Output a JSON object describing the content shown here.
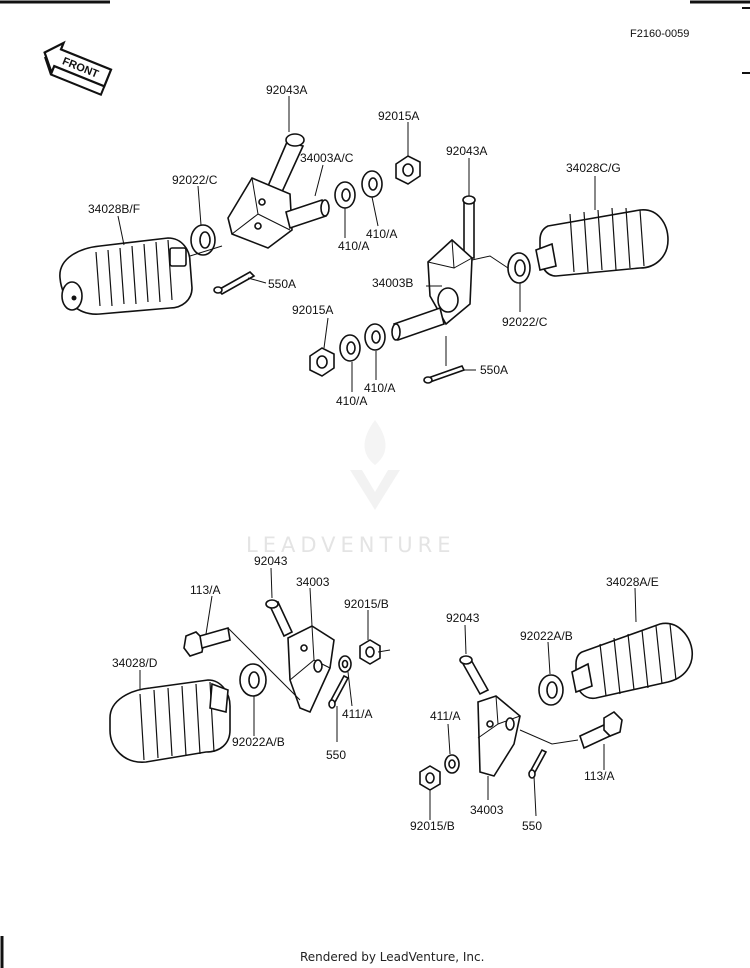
{
  "header": {
    "drawing_code": "F2160-0059",
    "front_arrow_text": "FRONT"
  },
  "watermark": {
    "brand": "LEADVENTURE"
  },
  "labels": {
    "bolt_92043a_left": "92043A",
    "holder_34003ac": "34003A/C",
    "nut_92015a_top": "92015A",
    "washer_92022c_left": "92022/C",
    "footpeg_34028bf": "34028B/F",
    "washer_410a_1": "410/A",
    "washer_410a_2": "410/A",
    "cotter_550a_left": "550A",
    "bolt_92043a_right": "92043A",
    "footpeg_34028cg": "34028C/G",
    "holder_34003b": "34003B",
    "nut_92015a_mid": "92015A",
    "washer_92022c_right": "92022/C",
    "washer_410a_3": "410/A",
    "washer_410a_4": "410/A",
    "cotter_550a_right": "550A",
    "bolt_92043_left": "92043",
    "bolt_113a_left": "113/A",
    "holder_34003_left": "34003",
    "nut_92015b_left": "92015/B",
    "footpeg_34028d": "34028/D",
    "washer_411a_left": "411/A",
    "washer_92022ab_left": "92022A/B",
    "cotter_550_left": "550",
    "bolt_92043_right": "92043",
    "footpeg_34028ae": "34028A/E",
    "washer_92022ab_right": "92022A/B",
    "washer_411a_right": "411/A",
    "bolt_113a_right": "113/A",
    "nut_92015b_right": "92015/B",
    "holder_34003_right": "34003",
    "cotter_550_right": "550"
  },
  "footer": {
    "rendered_by": "Rendered by LeadVenture, Inc."
  }
}
